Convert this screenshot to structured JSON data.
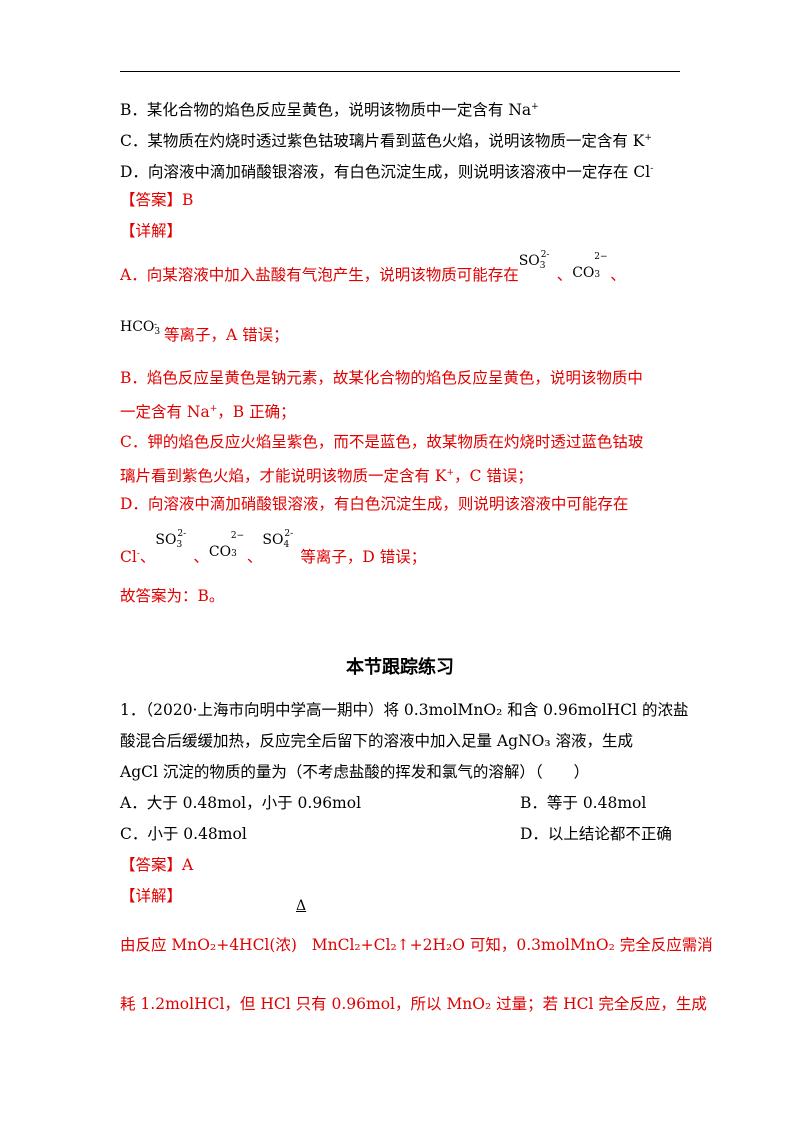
{
  "top_options": {
    "B": "B．某化合物的焰色反应呈黄色，说明该物质中一定含有 Na",
    "B_sup": "+",
    "C": "C．某物质在灼烧时透过紫色钴玻璃片看到蓝色火焰，说明该物质一定含有 K",
    "C_sup": "+",
    "D": "D．向溶液中滴加硝酸银溶液，有白色沉淀生成，则说明该溶液中一定存在 Cl",
    "D_sup": "-"
  },
  "answer1": "【答案】B",
  "detail1": "【详解】",
  "expl": {
    "A1": "A．向某溶液中加入盐酸有气泡产生，说明该物质可能存在",
    "sep": "、",
    "A2_tail": "等离子，A 错误；",
    "B1": "B．焰色反应呈黄色是钠元素，故某化合物的焰色反应呈黄色，说明该物质中",
    "B2": "一定含有 Na",
    "B2_tail": "，B 正确；",
    "C1": "C．钾的焰色反应火焰呈紫色，而不是蓝色，故某物质在灼烧时透过蓝色钴玻",
    "C2": "璃片看到紫色火焰，才能说明该物质一定含有 K",
    "C2_tail": "，C 错误；",
    "D1": "D．向溶液中滴加硝酸银溶液，有白色沉淀生成，则说明该溶液中可能存在",
    "D2_cl": "Cl",
    "D2_tail": "等离子，D 错误；",
    "conclusion": "故答案为：B。"
  },
  "ions": {
    "so3": "SO",
    "so3_sub": "3",
    "so3_sup": "2-",
    "co3": "CO",
    "co3_sub": "3",
    "co3_sup": "2−",
    "hco3": "HCO",
    "hco3_sub": "3",
    "hco3_sup": "-",
    "so4": "SO",
    "so4_sub": "4",
    "so4_sup": "2-"
  },
  "section_heading": "本节跟踪练习",
  "q1": {
    "line1": "1．（2020·上海市向明中学高一期中）将 0.3molMnO₂ 和含 0.96molHCl 的浓盐",
    "line2": "酸混合后缓缓加热，反应完全后留下的溶液中加入足量 AgNO₃ 溶液，生成",
    "line3": "AgCl 沉淀的物质的量为（不考虑盐酸的挥发和氯气的溶解）（　　）",
    "optA": "A．大于 0.48mol，小于 0.96mol",
    "optB": "B．等于 0.48mol",
    "optC": "C．小于 0.48mol",
    "optD": "D．以上结论都不正确",
    "answer": "【答案】A",
    "detail": "【详解】",
    "delta": "Δ",
    "exp1a": "由反应 MnO₂+4HCl(浓)",
    "exp1b": "MnCl₂+Cl₂↑+2H₂O 可知，0.3molMnO₂ 完全反应需消",
    "exp2": "耗 1.2molHCl，但 HCl 只有 0.96mol，所以 MnO₂ 过量；若 HCl 完全反应，生成"
  }
}
